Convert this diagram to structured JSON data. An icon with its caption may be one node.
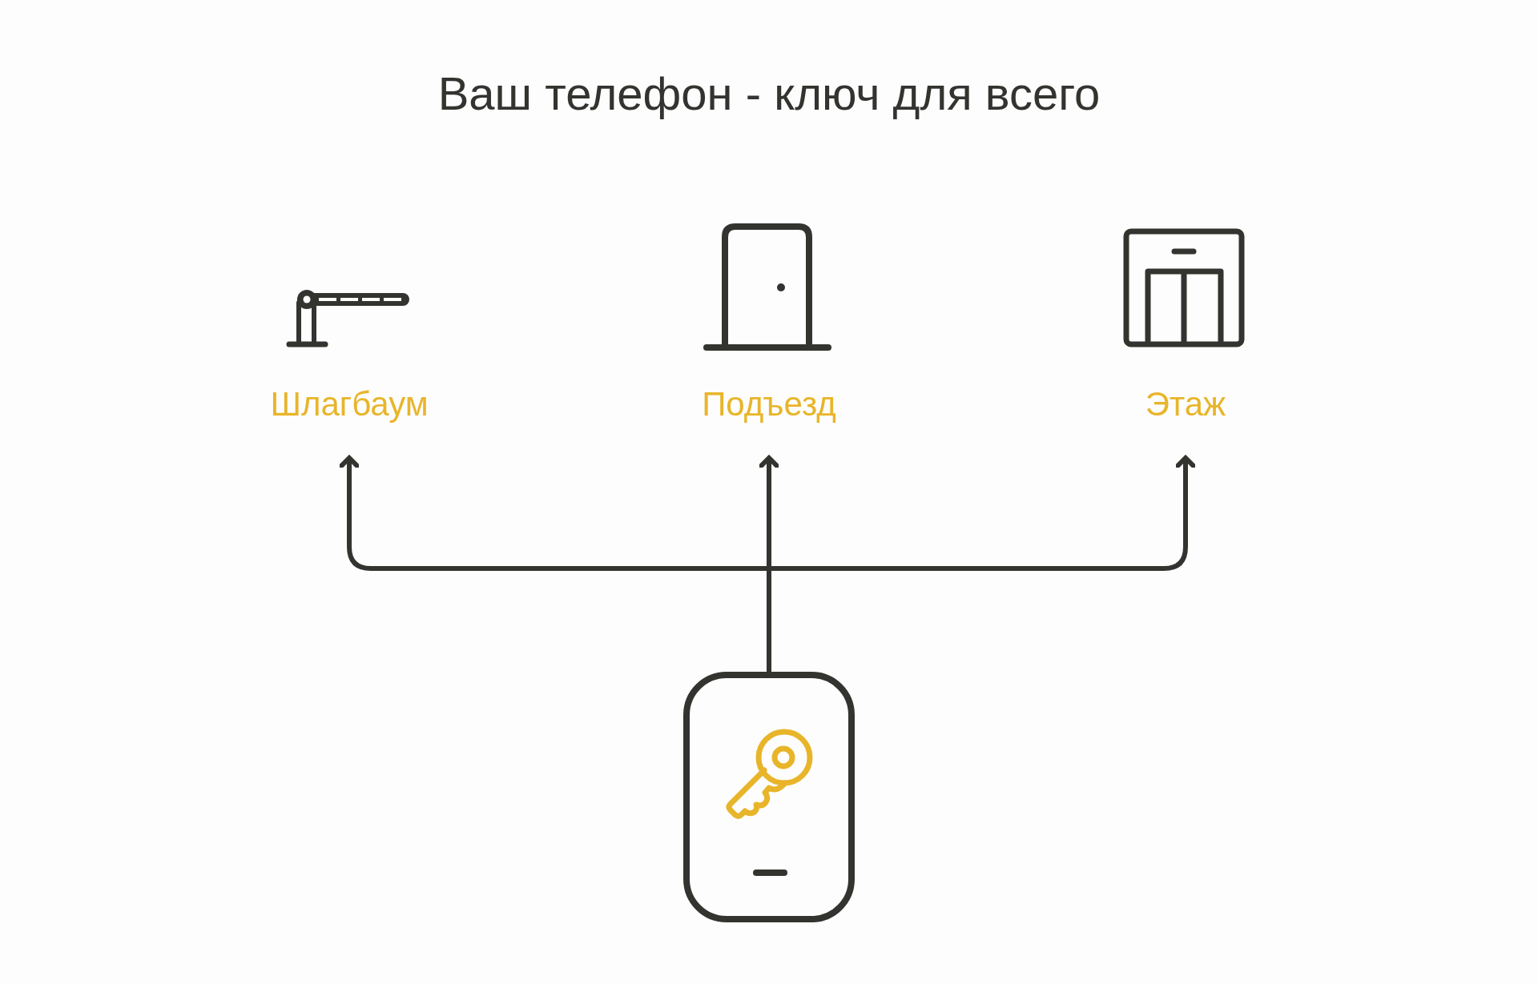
{
  "diagram": {
    "title": "Ваш телефон - ключ для всего",
    "nodes": [
      {
        "text": [
          "Шлагбаум"
        ]
      },
      {
        "text": [
          "Подъезд"
        ]
      },
      {
        "text": [
          "Этаж"
        ]
      },
      {
        "text": [],
        "shape": "phone"
      }
    ],
    "edges": [
      {
        "from": 3,
        "to": 0,
        "arrow": "to"
      },
      {
        "from": 3,
        "to": 1,
        "arrow": "to"
      },
      {
        "from": 3,
        "to": 2,
        "arrow": "to"
      }
    ]
  }
}
